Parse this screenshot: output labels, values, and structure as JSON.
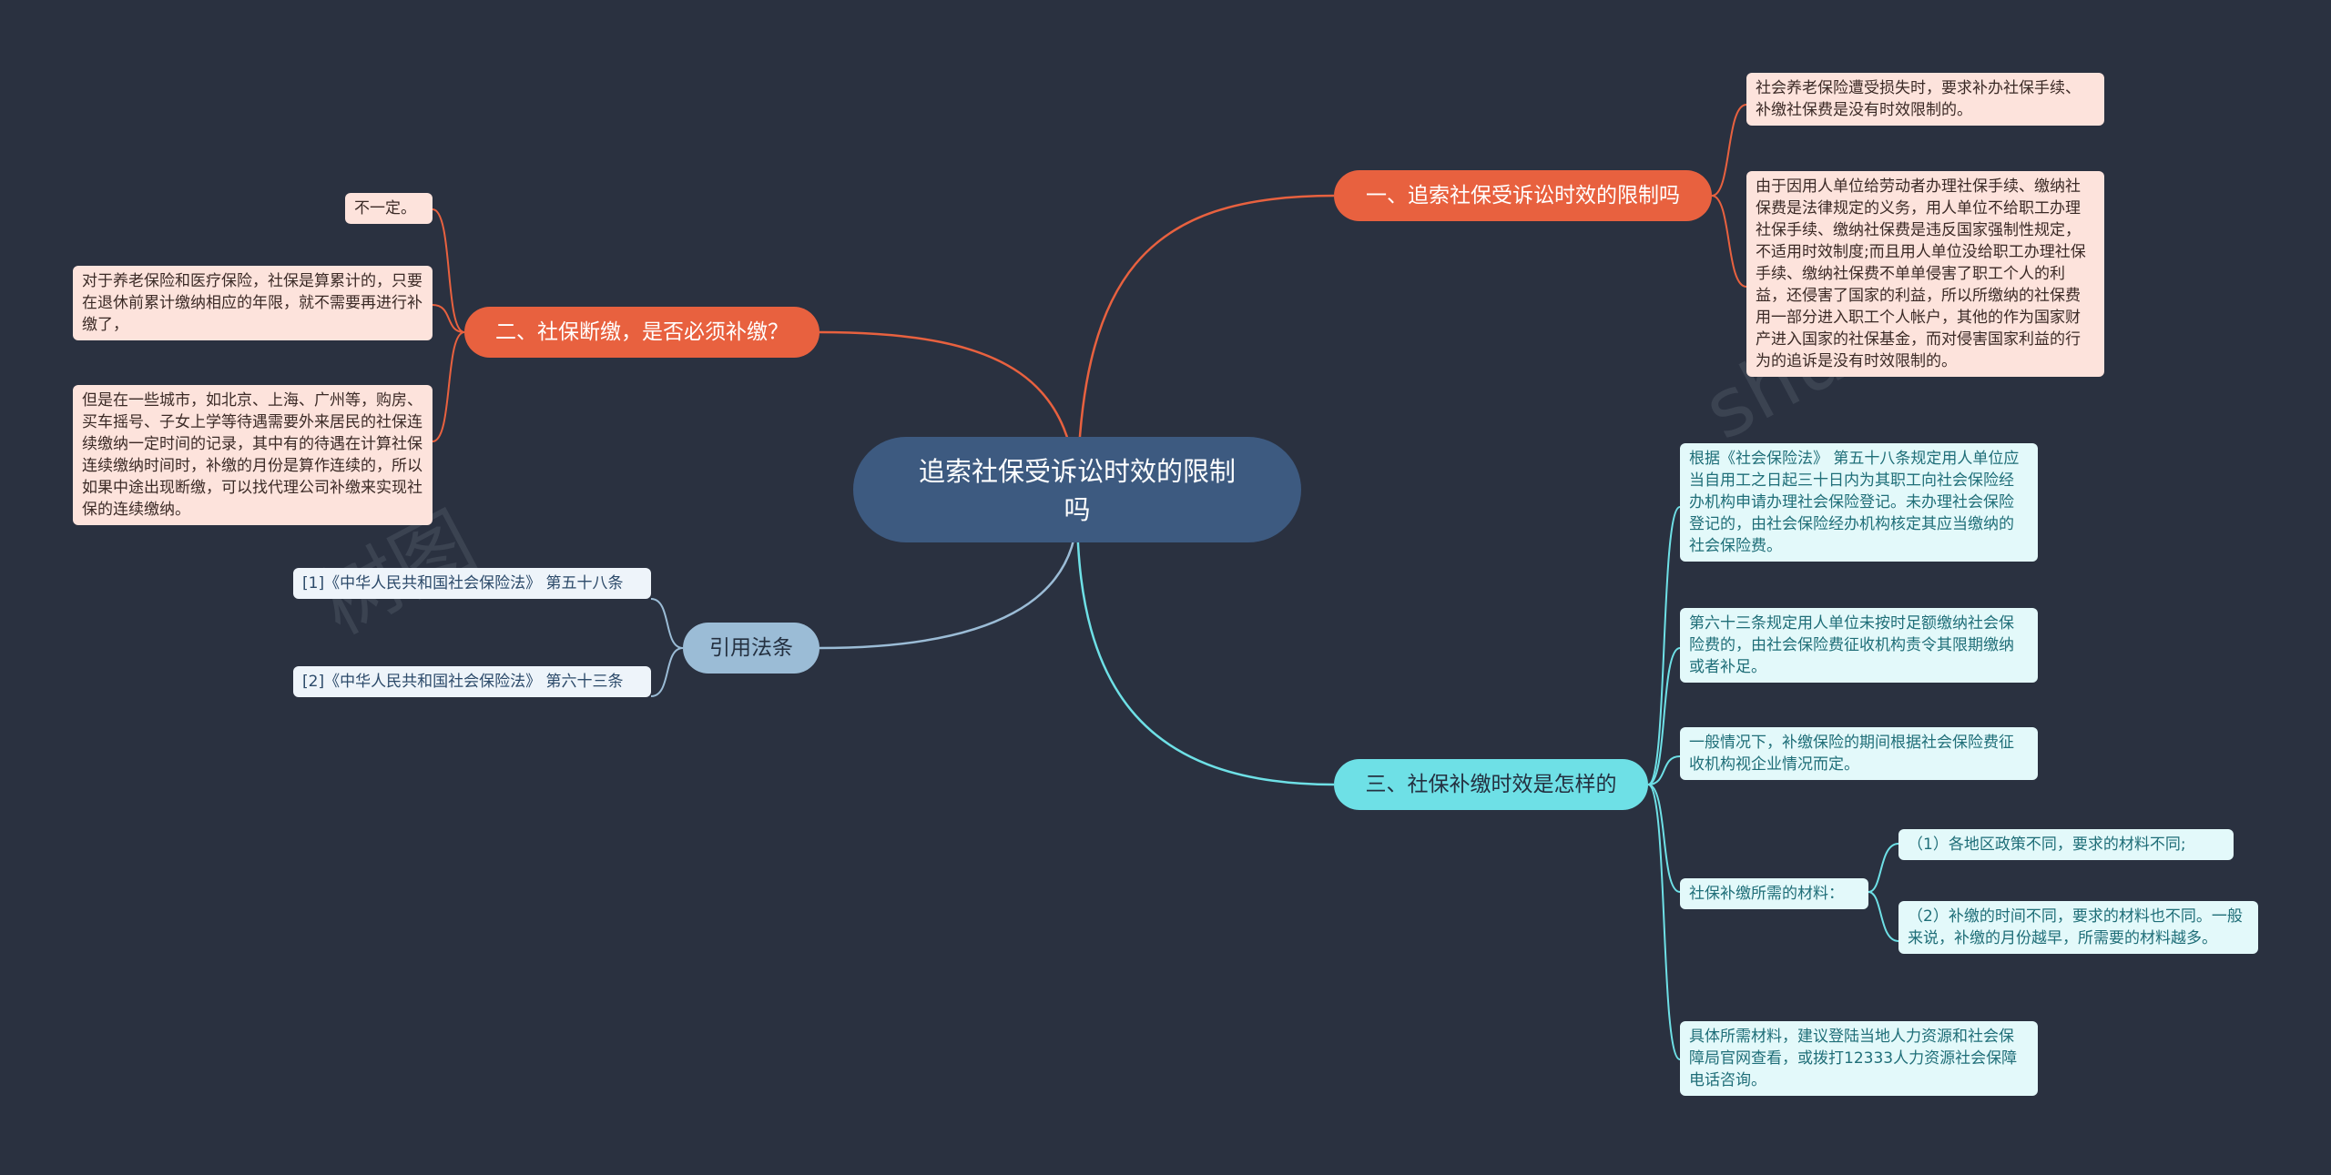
{
  "root": {
    "label": "追索社保受诉讼时效的限制吗"
  },
  "branches": {
    "b1": {
      "label": "一、追索社保受诉讼时效的限制吗"
    },
    "b2": {
      "label": "二、社保断缴，是否必须补缴？"
    },
    "b3": {
      "label": "三、社保补缴时效是怎样的"
    },
    "b4": {
      "label": "引用法条"
    }
  },
  "leaves": {
    "b1_1": "社会养老保险遭受损失时，要求补办社保手续、补缴社保费是没有时效限制的。",
    "b1_2": "由于因用人单位给劳动者办理社保手续、缴纳社保费是法律规定的义务，用人单位不给职工办理社保手续、缴纳社保费是违反国家强制性规定，不适用时效制度;而且用人单位没给职工办理社保手续、缴纳社保费不单单侵害了职工个人的利益，还侵害了国家的利益，所以所缴纳的社保费用一部分进入职工个人帐户，其他的作为国家财产进入国家的社保基金，而对侵害国家利益的行为的追诉是没有时效限制的。",
    "b2_1": "不一定。",
    "b2_2": "对于养老保险和医疗保险，社保是算累计的，只要在退休前累计缴纳相应的年限，就不需要再进行补缴了，",
    "b2_3": "但是在一些城市，如北京、上海、广州等，购房、买车摇号、子女上学等待遇需要外来居民的社保连续缴纳一定时间的记录，其中有的待遇在计算社保连续缴纳时间时，补缴的月份是算作连续的，所以如果中途出现断缴，可以找代理公司补缴来实现社保的连续缴纳。",
    "b3_1": "根据《社会保险法》 第五十八条规定用人单位应当自用工之日起三十日内为其职工向社会保险经办机构申请办理社会保险登记。未办理社会保险登记的，由社会保险经办机构核定其应当缴纳的社会保险费。",
    "b3_2": "第六十三条规定用人单位未按时足额缴纳社会保险费的，由社会保险费征收机构责令其限期缴纳或者补足。",
    "b3_3": "一般情况下，补缴保险的期间根据社会保险费征收机构视企业情况而定。",
    "b3_4": "社保补缴所需的材料：",
    "b3_4_1": "（1）各地区政策不同，要求的材料不同;",
    "b3_4_2": "（2）补缴的时间不同，要求的材料也不同。一般来说，补缴的月份越早，所需要的材料越多。",
    "b3_5": "具体所需材料，建议登陆当地人力资源和社会保障局官网查看，或拨打12333人力资源社会保障电话咨询。",
    "b4_1": "[1]《中华人民共和国社会保险法》 第五十八条",
    "b4_2": "[2]《中华人民共和国社会保险法》 第六十三条"
  },
  "watermarks": [
    "树图",
    "shutu.c"
  ],
  "colors": {
    "background": "#2a3140",
    "root": "#3d5a80",
    "red_branch": "#e8613f",
    "teal_branch": "#6ee0e6",
    "blue_branch": "#9bbcd6",
    "red_leaf": "#fde3dc",
    "teal_leaf": "#e3f9fa",
    "blue_leaf": "#eef4fa"
  }
}
